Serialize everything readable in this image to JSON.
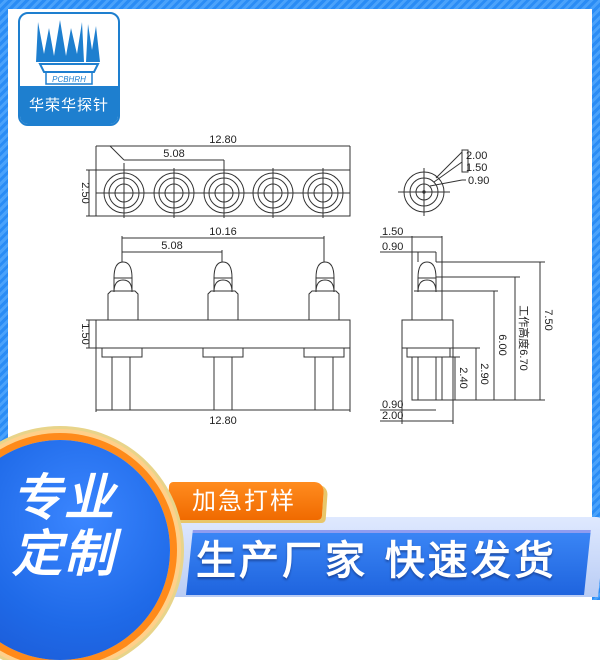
{
  "brand": {
    "logo_label": "PCBHRH",
    "name": "华荣华探针",
    "colors": {
      "primary": "#1e7fcf",
      "frame": "#2a8cf5",
      "accent": "#ff8a1a"
    }
  },
  "drawing": {
    "top_view": {
      "overall_width": "12.80",
      "pitch": "5.08",
      "height": "2.50",
      "pin_count": 5
    },
    "detail_view": {
      "diam_outer": "2.00",
      "diam_mid": "1.50",
      "diam_inner": "0.90"
    },
    "front_view": {
      "span": "10.16",
      "pitch": "5.08",
      "body_height": "1.50",
      "overall_width": "12.80",
      "pin_count": 3
    },
    "side_view": {
      "barrel_diam": "1.50",
      "plunger_diam": "0.90",
      "tail_diam": "0.90",
      "collar_diam": "2.00",
      "h_tail": "2.40",
      "h_body": "2.90",
      "h_barrel": "6.00",
      "h_working": "工作高度6.70",
      "h_total": "7.50"
    }
  },
  "promo": {
    "badge_line1": "专业",
    "badge_line2": "定制",
    "tag": "加急打样",
    "banner": "生产厂家 快速发货"
  }
}
